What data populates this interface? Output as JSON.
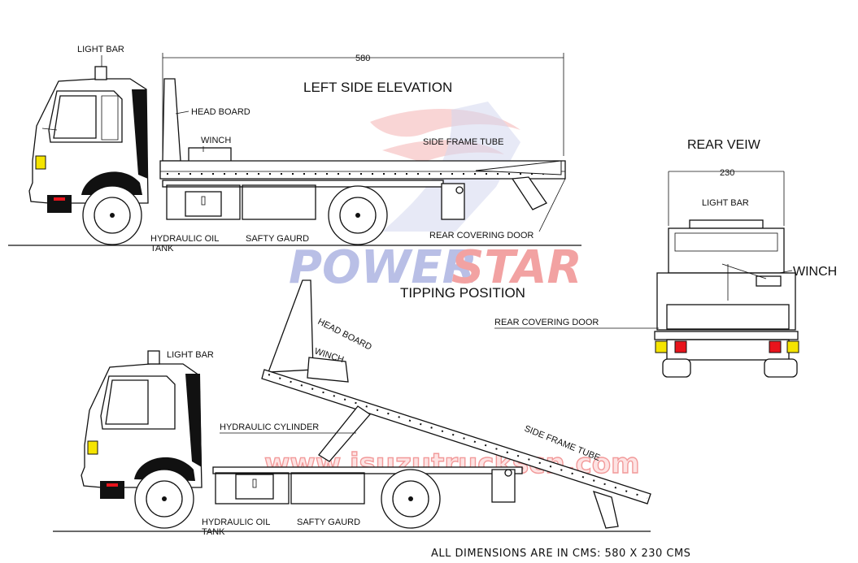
{
  "watermark": {
    "brand_left": "POWER",
    "brand_right": "STAR",
    "site": "www.isuzutruckscn.com"
  },
  "side_elevation": {
    "title": "LEFT SIDE ELEVATION",
    "dimension": "580",
    "labels": {
      "light_bar": "LIGHT BAR",
      "head_board": "HEAD BOARD",
      "winch": "WINCH",
      "side_frame_tube": "SIDE FRAME TUBE",
      "hydraulic_oil_line1": "HYDRAULIC OIL",
      "hydraulic_oil_line2": "TANK",
      "safety_guard": "SAFTY GAURD",
      "rear_covering_door": "REAR COVERING DOOR"
    }
  },
  "rear_view": {
    "title": "REAR VEIW",
    "dimension": "230",
    "labels": {
      "light_bar": "LIGHT BAR",
      "winch": "WINCH",
      "rear_covering_door": "REAR COVERING DOOR"
    }
  },
  "tipping": {
    "title": "TIPPING POSITION",
    "labels": {
      "light_bar": "LIGHT BAR",
      "head_board": "HEAD BOARD",
      "winch": "WINCH",
      "hydraulic_cylinder": "HYDRAULIC CYLINDER",
      "side_frame_tube": "SIDE FRAME TUBE",
      "hydraulic_oil_line1": "HYDRAULIC OIL",
      "hydraulic_oil_line2": "TANK",
      "safety_guard": "SAFTY GAURD"
    }
  },
  "footer": "ALL DIMENSIONS ARE IN CMS: 580 X 230 CMS",
  "colors": {
    "lamp_yellow": "#f5e400",
    "lamp_red": "#e8141c",
    "watermark_blue": "#b9bfe6",
    "watermark_red": "#f2a2a2"
  }
}
